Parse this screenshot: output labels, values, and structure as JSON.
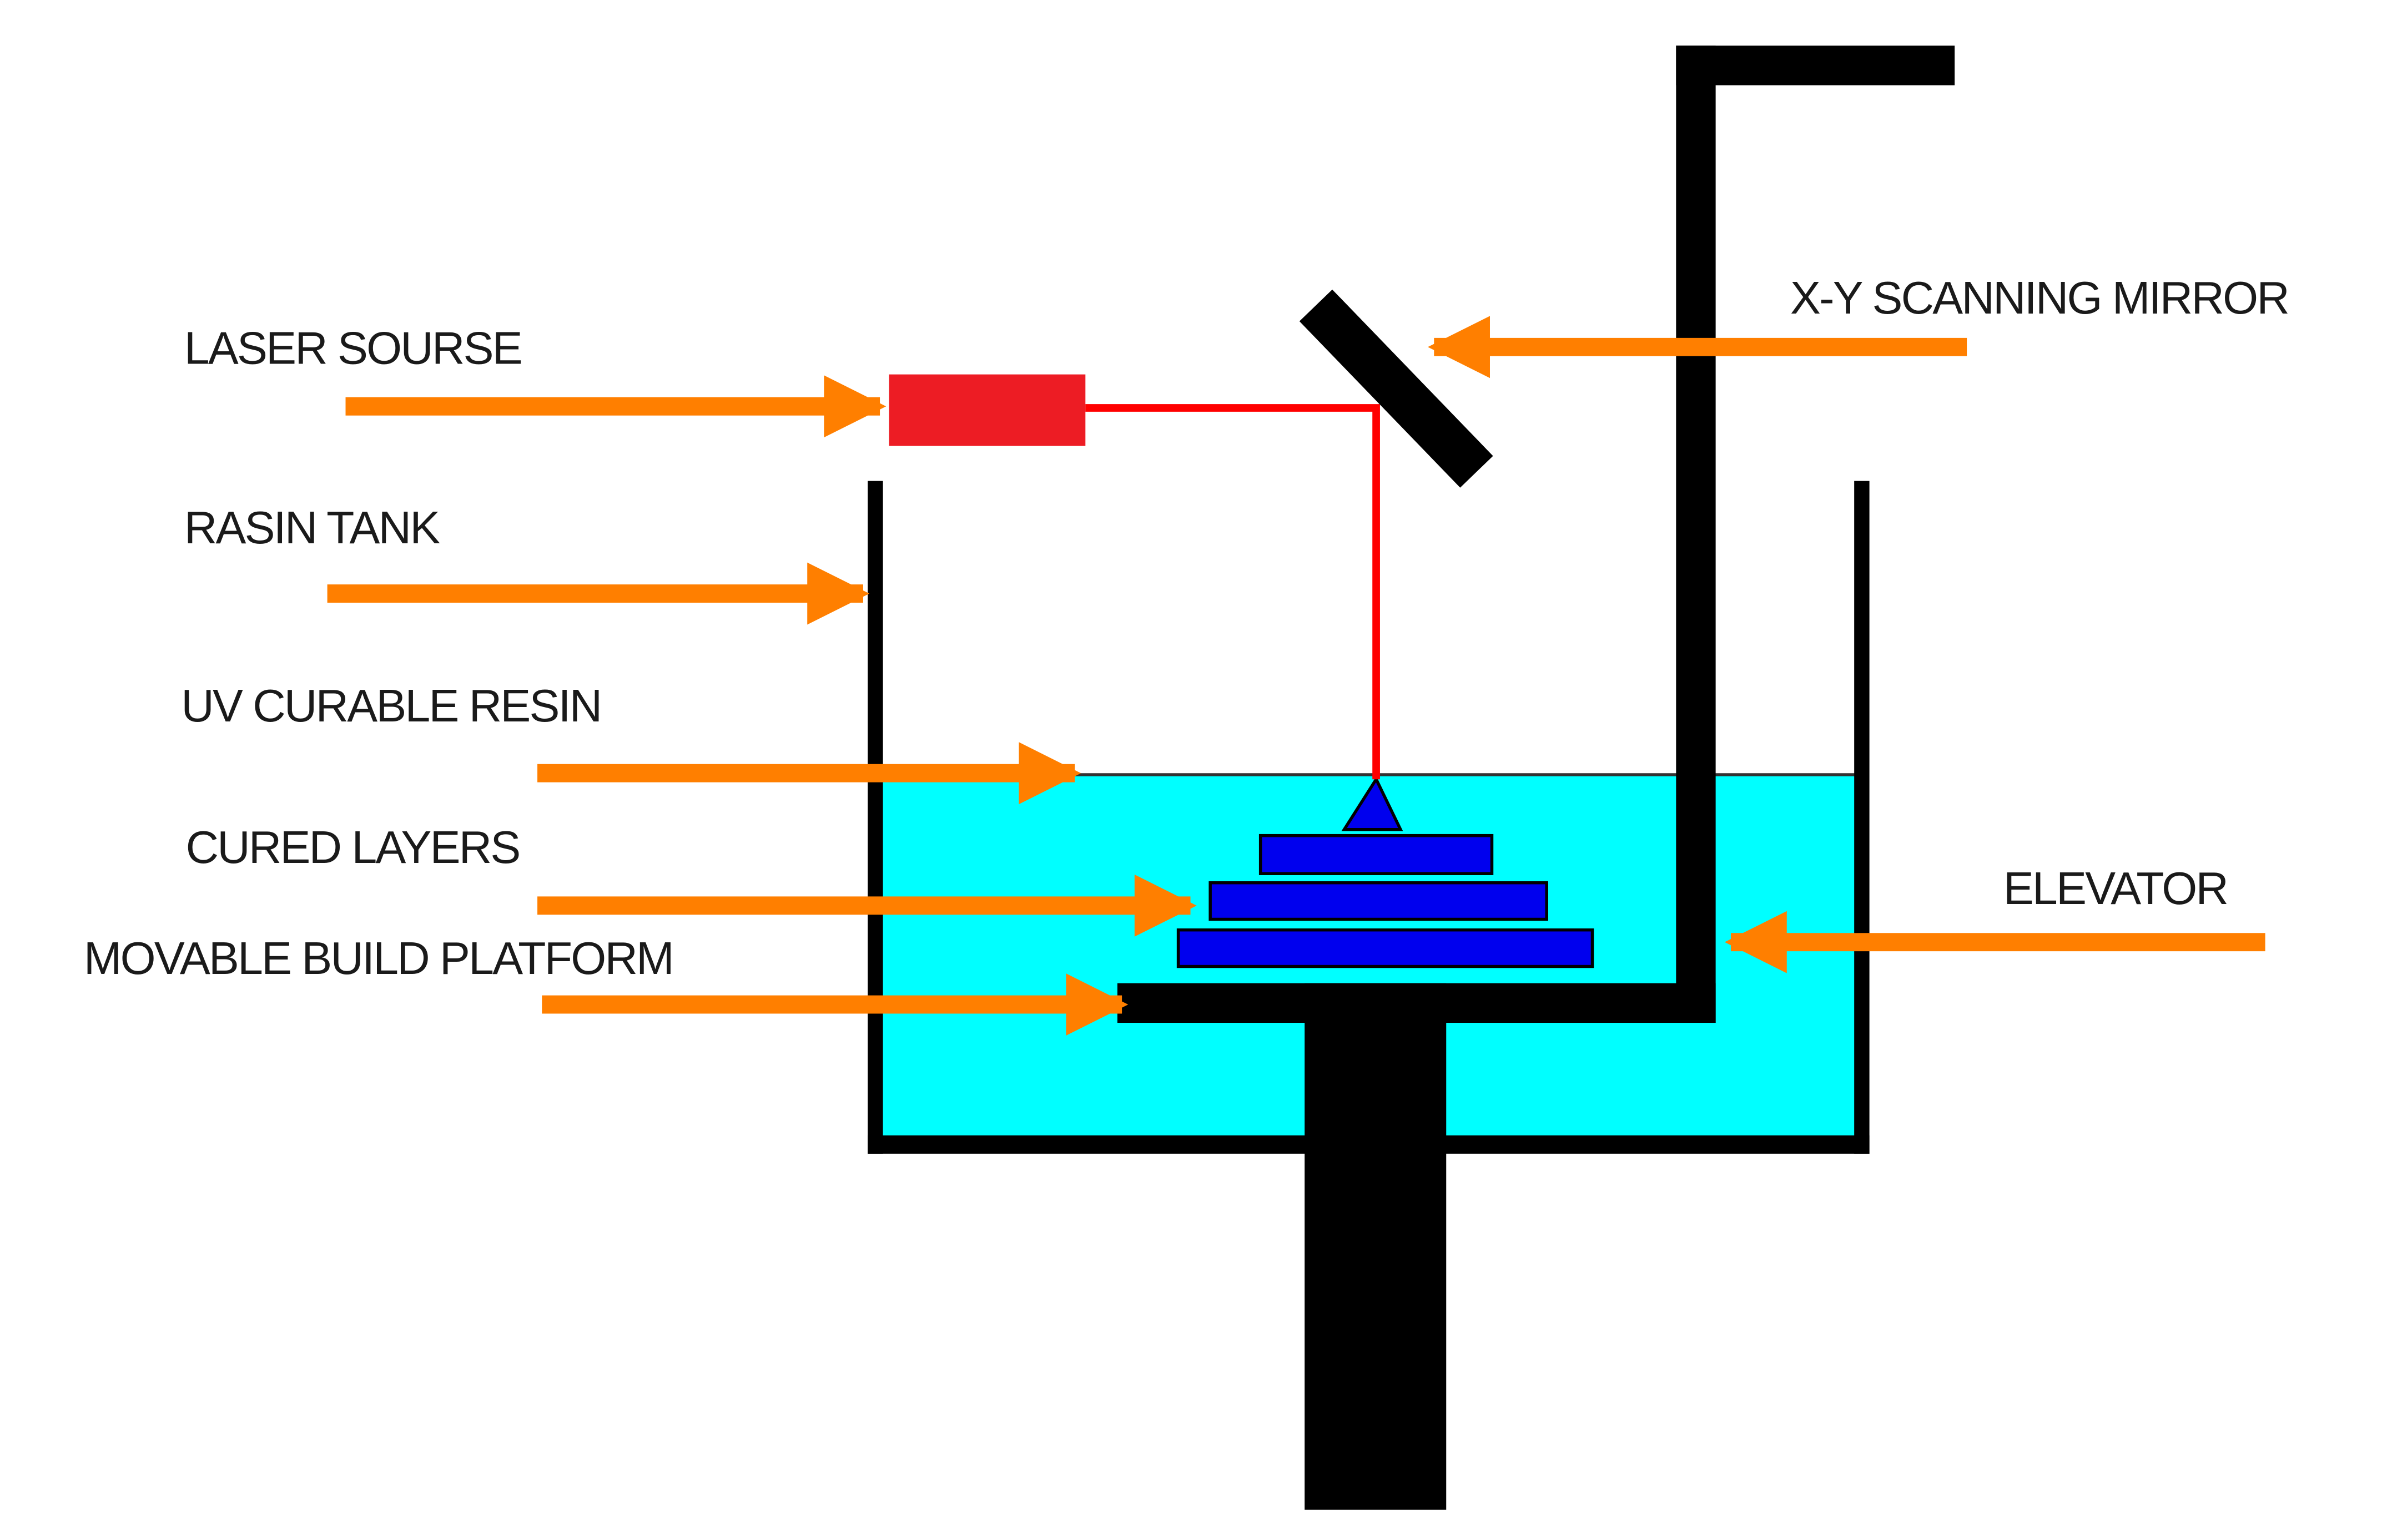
{
  "diagram": {
    "title": "Stereolithography (SLA) process schematic",
    "colors": {
      "arrow": "#ff7f00",
      "laser_body": "#ed1c24",
      "laser_beam": "#ff0000",
      "resin": "#00ffff",
      "cured_layers": "#0000ee",
      "structure": "#000000",
      "background": "#ffffff"
    },
    "labels": {
      "laser_source": "LASER SOURSE",
      "resin_tank": "RASIN TANK",
      "uv_resin": "UV CURABLE RESIN",
      "cured_layers": "CURED LAYERS",
      "build_platform": "MOVABLE BUILD PLATFORM",
      "scanning_mirror": "X-Y SCANNING MIRROR",
      "elevator": "ELEVATOR"
    },
    "components": [
      "laser-source",
      "laser-beam",
      "x-y-scanning-mirror",
      "resin-tank",
      "uv-curable-resin",
      "cured-layers",
      "movable-build-platform",
      "elevator"
    ],
    "cured_layer_count": 3
  }
}
